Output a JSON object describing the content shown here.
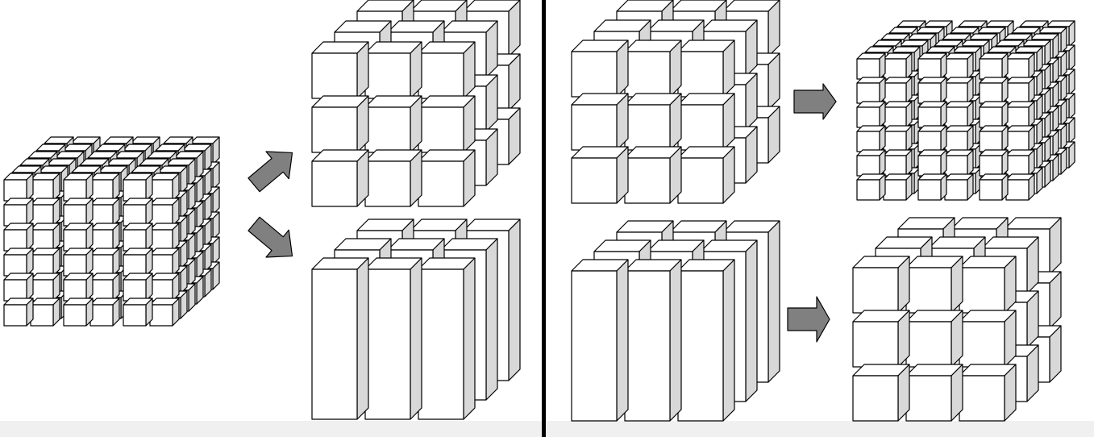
{
  "colors": {
    "face_front": "#ffffff",
    "face_top": "#ffffff",
    "face_side": "#d8d8d8",
    "stroke": "#000000",
    "arrow_fill": "#808080",
    "divider": "#000000",
    "background": "#f0f0f0",
    "panel": "#ffffff"
  },
  "diagram": {
    "panels": [
      "left-panel",
      "right-panel"
    ],
    "left_panel": {
      "source_grid": {
        "columns": 6,
        "rows": 6,
        "depth": 6
      },
      "result_cubes": {
        "columns": 3,
        "rows": 3,
        "depth": 3
      },
      "result_columns": {
        "columns": 3,
        "rows": 1,
        "depth": 3
      },
      "arrows": 2
    },
    "right_panel": {
      "top_input": {
        "columns": 3,
        "rows": 3,
        "depth": 3
      },
      "top_output": {
        "columns": 6,
        "rows": 6,
        "depth": 6
      },
      "bottom_input": {
        "columns": 3,
        "rows": 1,
        "depth": 3
      },
      "bottom_output": {
        "columns": 3,
        "rows": 3,
        "depth": 3
      },
      "arrows": 2
    }
  }
}
